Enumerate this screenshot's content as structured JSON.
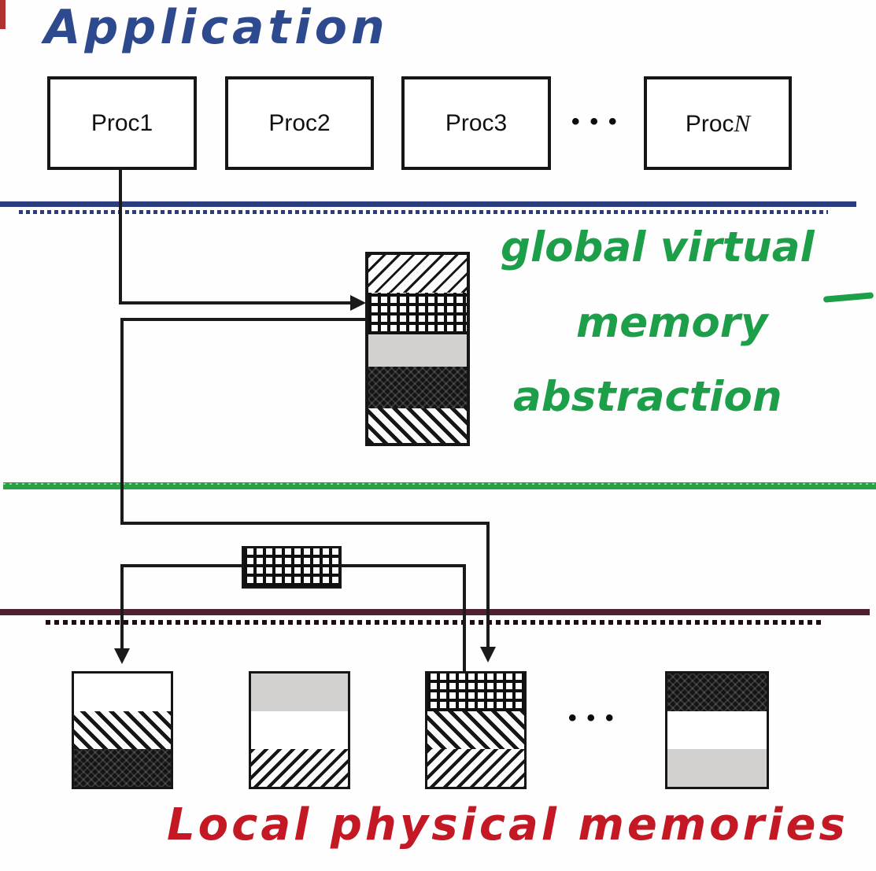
{
  "title": {
    "text": "Application",
    "color": "#2e4a8e"
  },
  "processes": [
    {
      "label": "Proc1"
    },
    {
      "label": "Proc2"
    },
    {
      "label": "Proc3"
    },
    {
      "label_prefix": "Proc",
      "label_suffix": "N"
    }
  ],
  "ellipsis": "•••",
  "labels": {
    "global_virtual": {
      "lines": [
        "global virtual",
        "memory",
        "abstraction"
      ],
      "color": "#1d9e49"
    },
    "physical": {
      "text": "Local physical memories",
      "color": "#c41824"
    }
  },
  "boundaries": {
    "application": {
      "color": "#2b3d7e",
      "style": "solid line with dotted line below"
    },
    "virtual": {
      "color": "#27a144",
      "style": "solid line"
    },
    "physical": {
      "color": "#4f2130",
      "style": "solid line with dashed line below"
    }
  },
  "global_virtual_memory": {
    "segments": [
      "diagonal-forward",
      "checker",
      "gray",
      "dark-crosshatch",
      "diagonal-back"
    ]
  },
  "page_box": {
    "pattern": "checker"
  },
  "local_memories": [
    {
      "segments": [
        "white",
        "diagonal-back",
        "dark-crosshatch"
      ]
    },
    {
      "segments": [
        "gray",
        "white",
        "diagonal-forward"
      ]
    },
    {
      "segments": [
        "checker",
        "diagonal-back",
        "diagonal-forward"
      ]
    },
    {
      "segments": [
        "dark-crosshatch",
        "white",
        "gray"
      ]
    }
  ],
  "connectors": [
    "proc1-to-global-memory-arrow",
    "global-memory-to-local-memory-3-arrow",
    "page-link-to-local-memory-1-arrow",
    "page-link-to-local-memory-3"
  ]
}
